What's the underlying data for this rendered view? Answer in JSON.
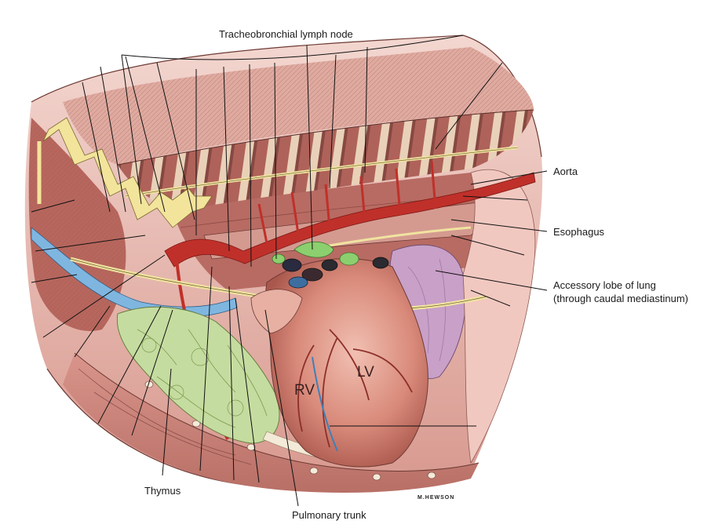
{
  "labels": {
    "tracheobronchial": "Tracheobronchial lymph node",
    "aorta": "Aorta",
    "esophagus": "Esophagus",
    "accessory_line1": "Accessory lobe of lung",
    "accessory_line2": "(through caudal mediastinum)",
    "thymus": "Thymus",
    "pulmonary_trunk": "Pulmonary trunk",
    "lv": "LV",
    "rv": "RV",
    "signature": "M.HEWSON"
  },
  "colors": {
    "muscle": "#c98a80",
    "muscle_dark": "#9e5d55",
    "pleura": "#eec9c0",
    "aorta": "#c0302a",
    "vein": "#7fb6e0",
    "nerve": "#e8d890",
    "thymus": "#c5dca0",
    "lymph_node": "#8ccf6e",
    "heart": "#d98a7a",
    "accessory_lobe": "#c8a0c8"
  }
}
